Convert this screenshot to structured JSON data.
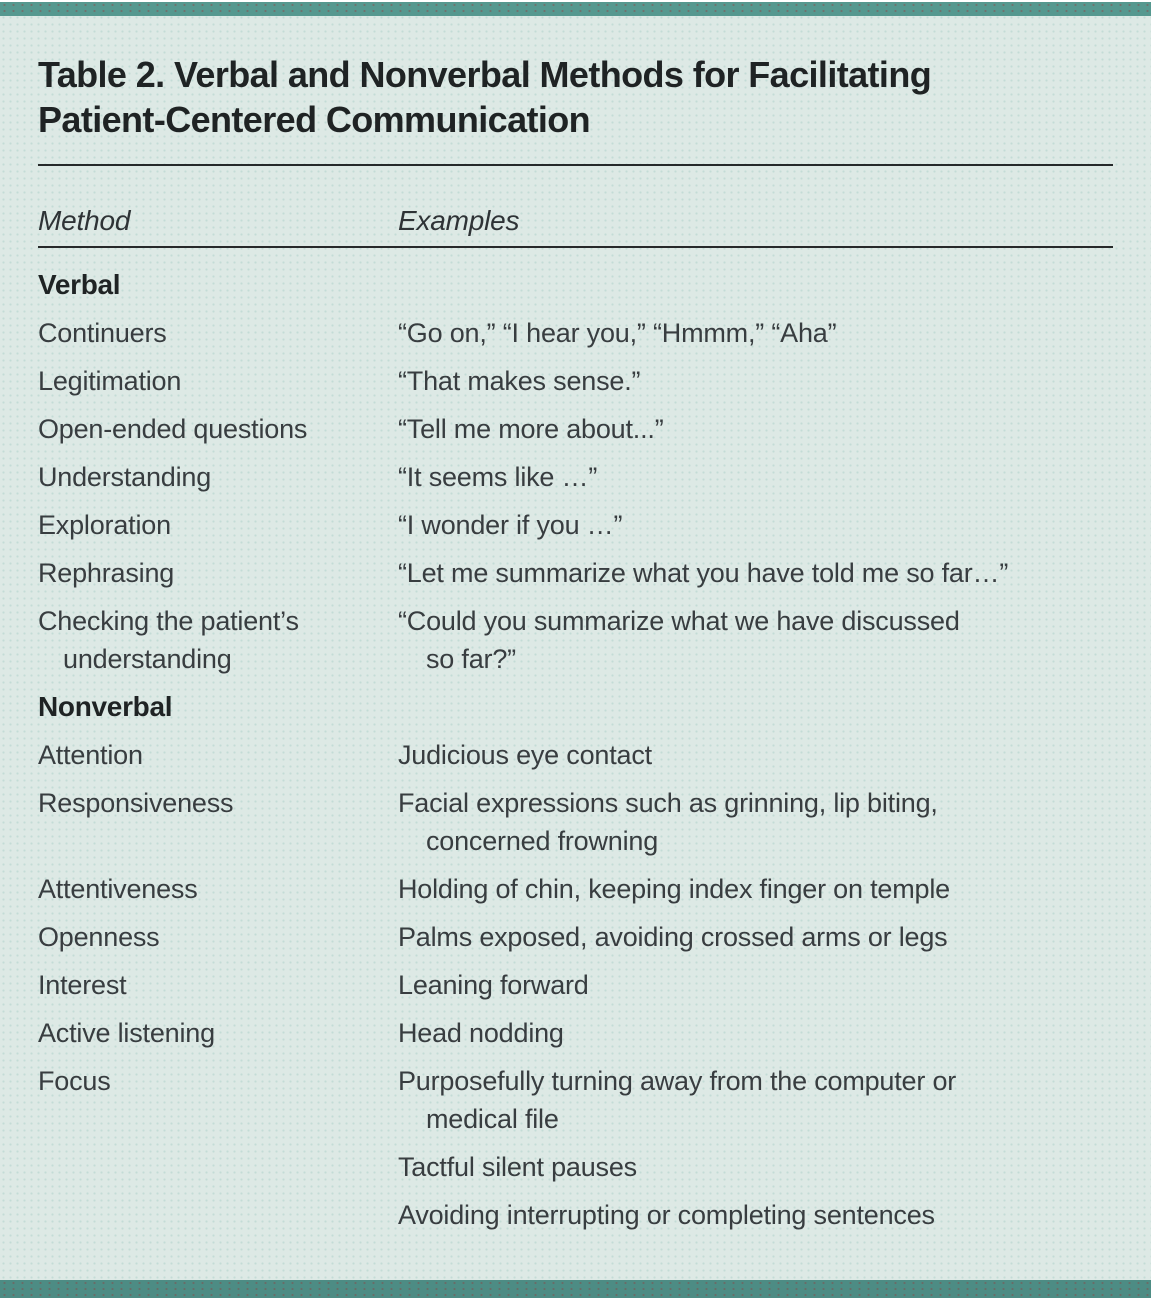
{
  "colors": {
    "top_bar_teal": "#55988f",
    "bottom_bar_teal": "#4d8c84",
    "page_background_mint": "#dde9e5",
    "title_text": "#1f2324",
    "body_text": "#383d40",
    "rule_line": "#26292a"
  },
  "table": {
    "title_line1": "Table 2. Verbal and Nonverbal Methods for Facilitating",
    "title_line2": "Patient-Centered Communication",
    "headers": {
      "method": "Method",
      "examples": "Examples"
    },
    "rows": [
      {
        "section": "Verbal"
      },
      {
        "method": "Continuers",
        "example": "“Go on,” “I hear you,” “Hmmm,” “Aha”"
      },
      {
        "method": "Legitimation",
        "example": "“That makes sense.”"
      },
      {
        "method": "Open-ended questions",
        "example": "“Tell me more about...”"
      },
      {
        "method": "Understanding",
        "example": "“It seems like …”"
      },
      {
        "method": "Exploration",
        "example": "“I wonder if you …”"
      },
      {
        "method": "Rephrasing",
        "example": "“Let me summarize what you have told me so far…”"
      },
      {
        "method": "Checking the patient’s",
        "method2": "understanding",
        "example": "“Could you summarize what we have discussed",
        "example2": "so far?”"
      },
      {
        "section": "Nonverbal"
      },
      {
        "method": "Attention",
        "example": "Judicious eye contact"
      },
      {
        "method": "Responsiveness",
        "example": "Facial expressions such as grinning, lip biting,",
        "example2": "concerned frowning"
      },
      {
        "method": "Attentiveness",
        "example": "Holding of chin, keeping index finger on temple"
      },
      {
        "method": "Openness",
        "example": "Palms exposed, avoiding crossed arms or legs"
      },
      {
        "method": "Interest",
        "example": "Leaning forward"
      },
      {
        "method": "Active listening",
        "example": "Head nodding"
      },
      {
        "method": "Focus",
        "example": "Purposefully turning away from the computer or",
        "example2": "medical file"
      },
      {
        "method": "",
        "example": "Tactful silent pauses"
      },
      {
        "method": "",
        "example": "Avoiding interrupting or completing sentences"
      }
    ]
  }
}
